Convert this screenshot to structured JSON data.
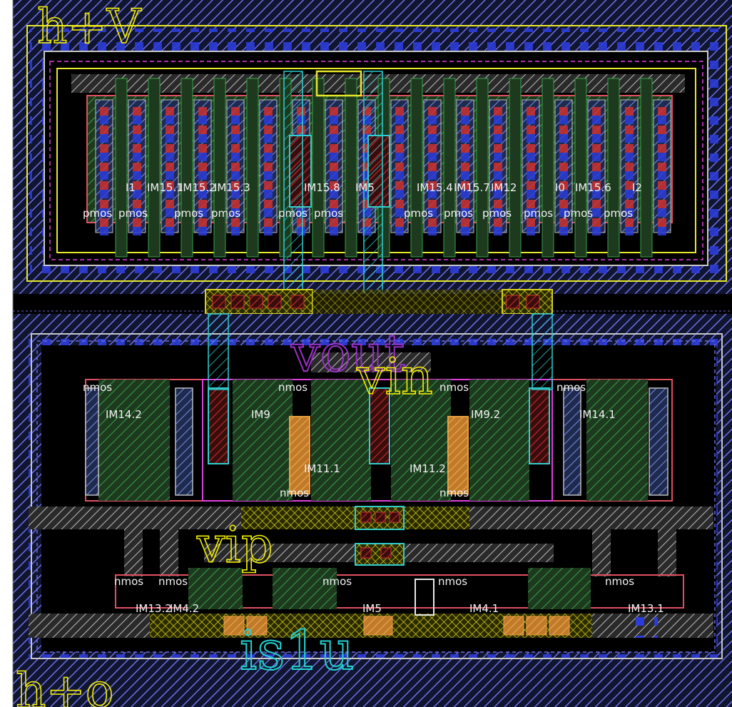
{
  "labels": {
    "pin_hv": "h+V",
    "pin_ho": "h+o",
    "pin_vout": "vout",
    "pin_vin": "vin",
    "pin_vip": "vip",
    "pin_is1u": "is1u"
  },
  "pmos_names": [
    "I1",
    "IM15.1",
    "IM15.2",
    "IM15.3",
    "IM15.8",
    "IM5",
    "IM15.4",
    "IM15.7",
    "IM12",
    "I0",
    "IM15.6",
    "I2"
  ],
  "pmos_type": "pmos",
  "nmos_type": "nmos",
  "mid_nmos_names": [
    "IM14.2",
    "IM9",
    "IM9.2",
    "IM14.1",
    "IM11.1",
    "IM11.2"
  ],
  "bot_nmos_names": [
    "IM13.2",
    "IM4.2",
    "IM5",
    "IM4.1",
    "IM13.1"
  ],
  "colors": {
    "background": "#000000",
    "metal1": "#4a7cff",
    "poly": "#cc2a2a",
    "nwell": "#6a6ad8",
    "diffusion": "#2e8b3a",
    "metal2": "#33e0e0",
    "label_big": "#f4f000",
    "label_vout": "#9b30c8",
    "label_is1u": "#22d4d4"
  }
}
